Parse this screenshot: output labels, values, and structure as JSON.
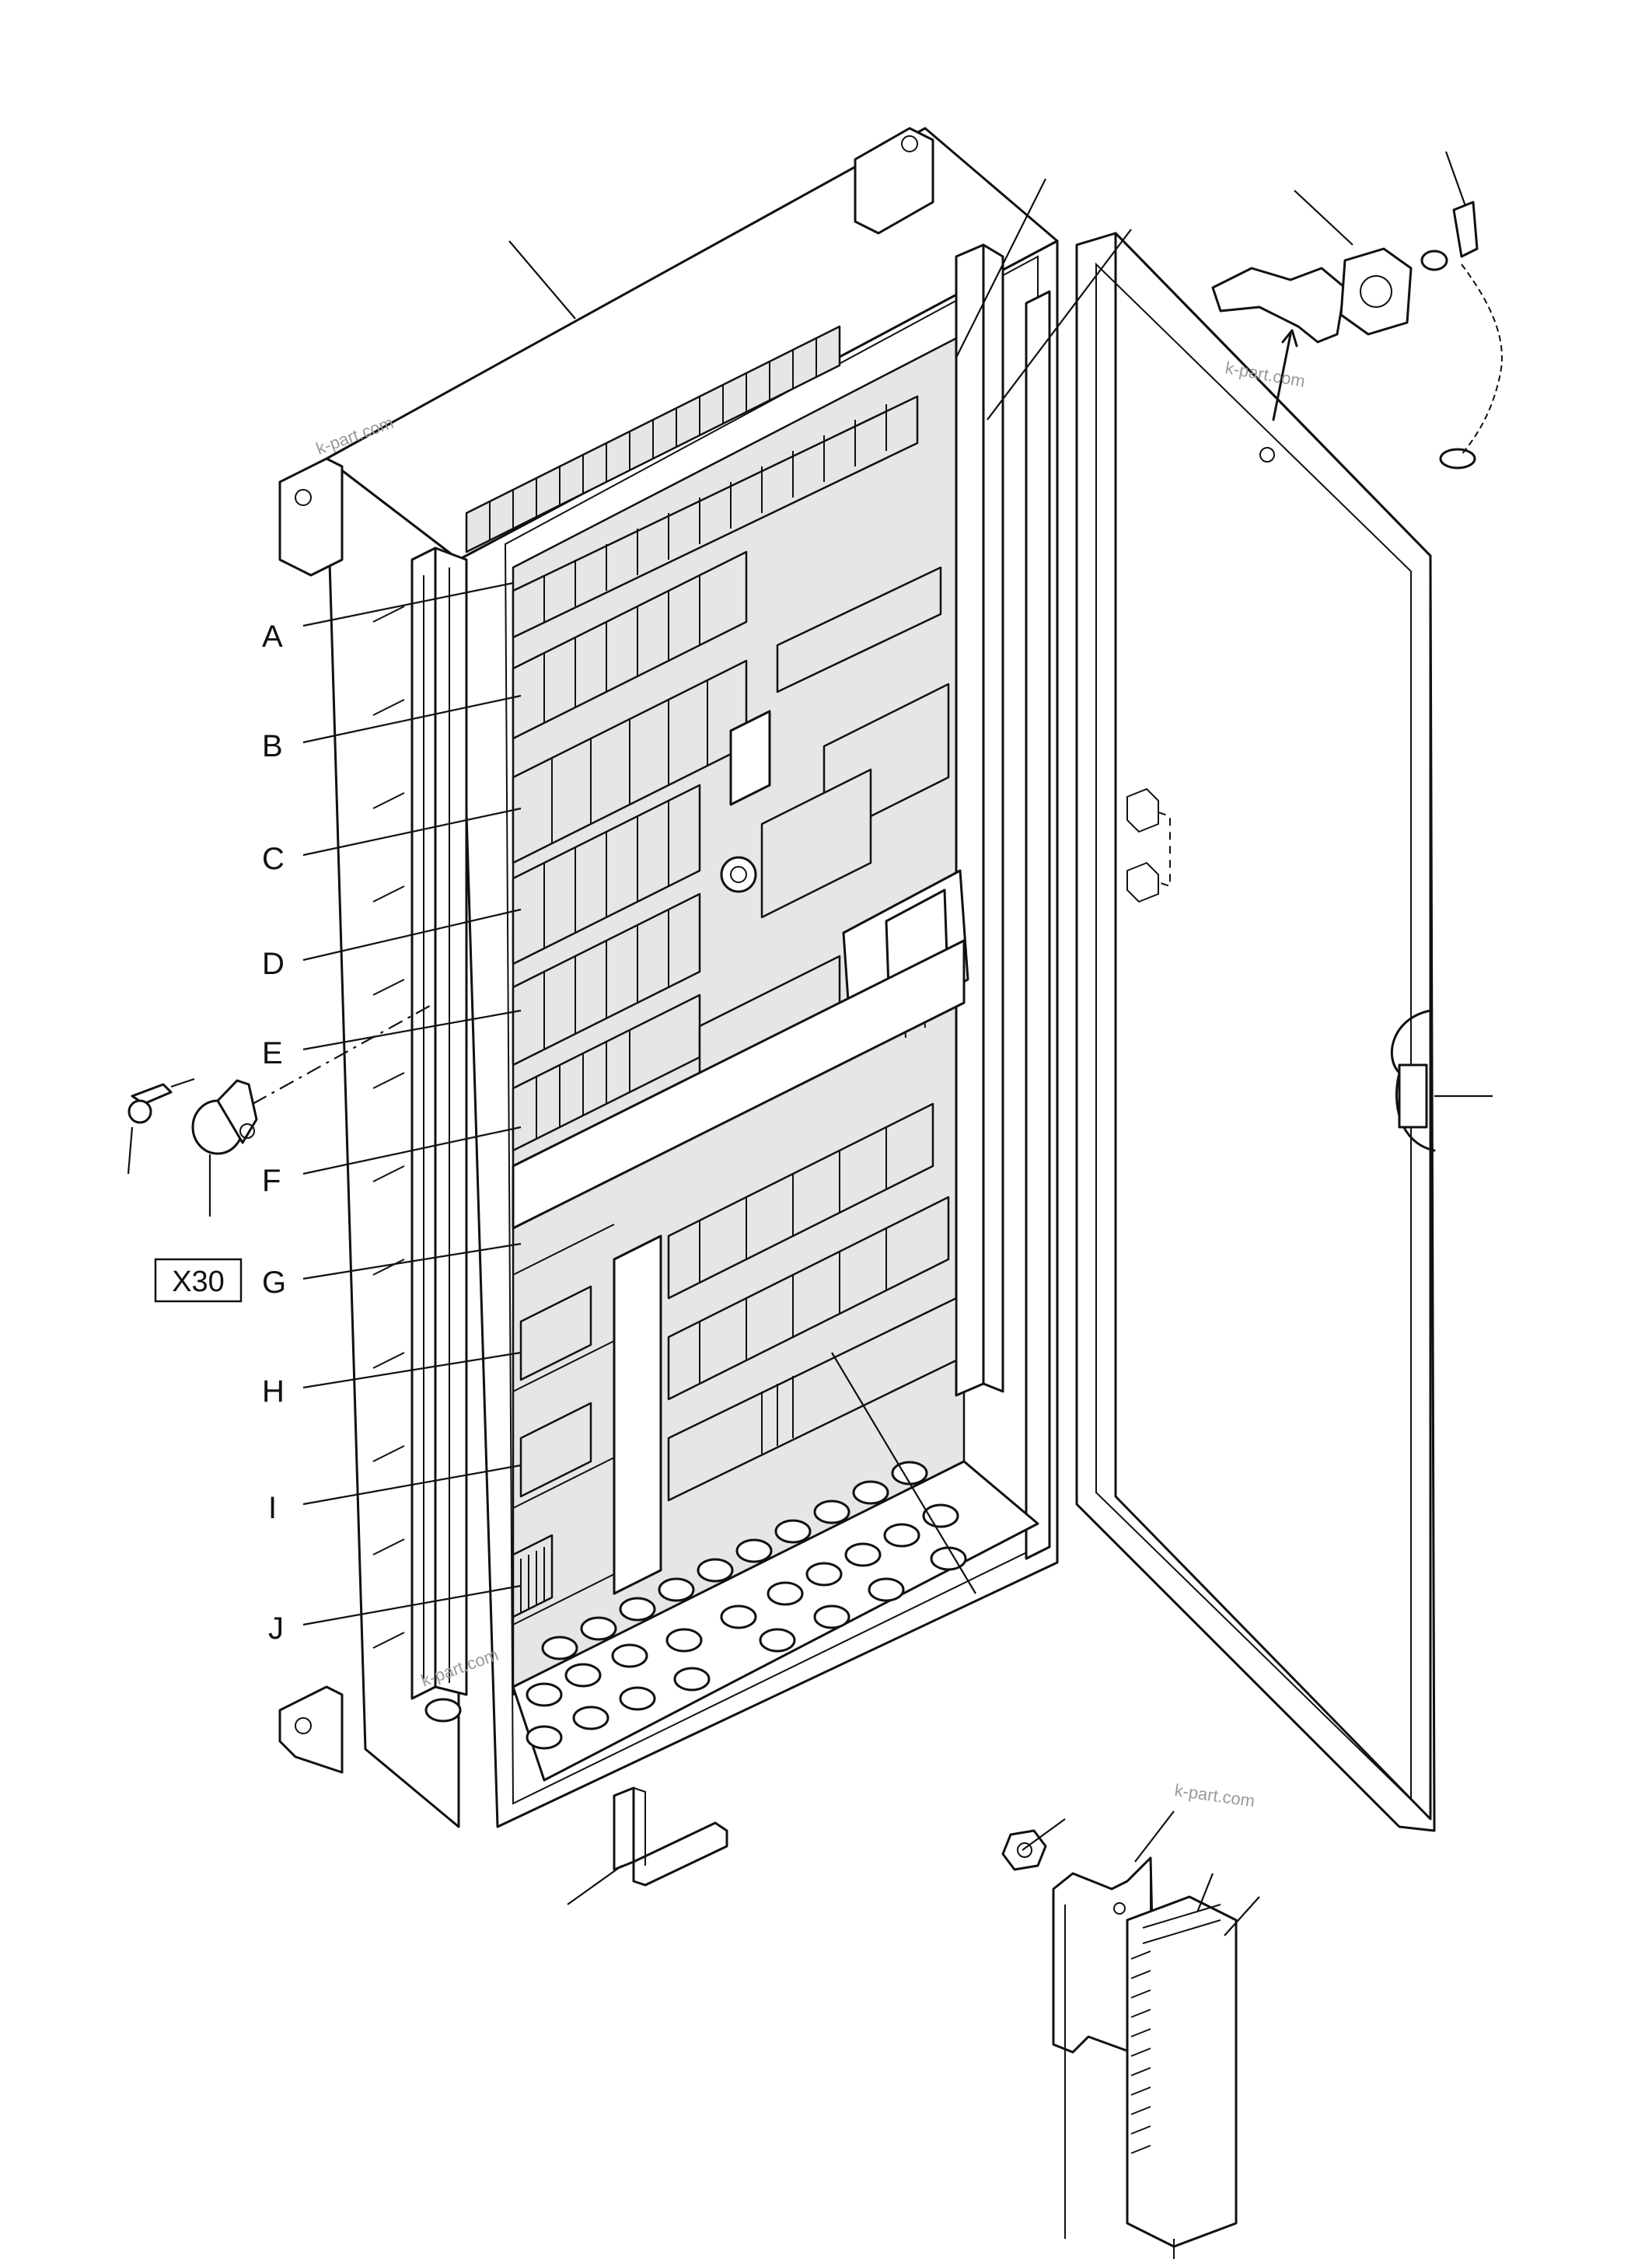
{
  "row_labels": [
    "A",
    "B",
    "C",
    "D",
    "E",
    "F",
    "G",
    "H",
    "I",
    "J"
  ],
  "connector_label": "X30",
  "watermark": "k-part.com",
  "colors": {
    "line": "#111111",
    "background": "#ffffff",
    "watermark": "#9a9a9a",
    "shade": "#e6e6e6"
  }
}
